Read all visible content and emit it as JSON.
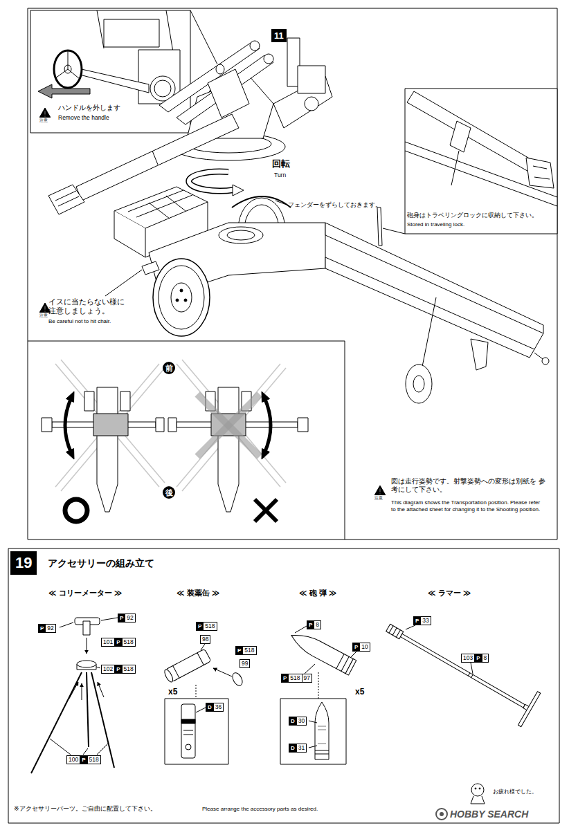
{
  "diagram": {
    "nodes": [
      {
        "text": [
          "11"
        ]
      },
      {
        "text": [
          "19",
          "アクセサリーの組み立て"
        ]
      }
    ],
    "labels": [
      "ハンドルを外します",
      "Remove the handle",
      "注意",
      "回転",
      "Turn",
      "フェンダーをずらしておきます。",
      "砲身はトラベリングロックに収納して下さい。",
      "Stored in traveling lock.",
      "イスに当たらない様に 注意しましょう。",
      "注意",
      "Be careful not to hit chair.",
      "前",
      "後",
      "図は走行姿勢です。射撃姿勢への変形は別紙を 参考にして下さい。",
      "注意",
      "This diagram shows the Transportation position. Please refer to the attached sheet for changing it to the Shooting position.",
      "≪ コリーメーター ≫",
      "≪ 装薬缶 ≫",
      "≪ 砲 弾 ≫",
      "≪ ラマー ≫",
      "P",
      "92",
      "P",
      "92",
      "101",
      "P",
      "518",
      "102",
      "P",
      "518",
      "100",
      "P",
      "518",
      "P",
      "518",
      "98",
      "P",
      "518",
      "99",
      "x5",
      "D",
      "36",
      "P",
      "8",
      "P",
      "10",
      "P",
      "518",
      "97",
      "x5",
      "D",
      "30",
      "D",
      "31",
      "P",
      "33",
      "103",
      "P",
      "8",
      "※アクセサリーパーツ。ご自由に配置して下さい。",
      "Please arrange the accessory parts as desired.",
      "お疲れ様でした。",
      "HOBBY SEARCH"
    ]
  }
}
